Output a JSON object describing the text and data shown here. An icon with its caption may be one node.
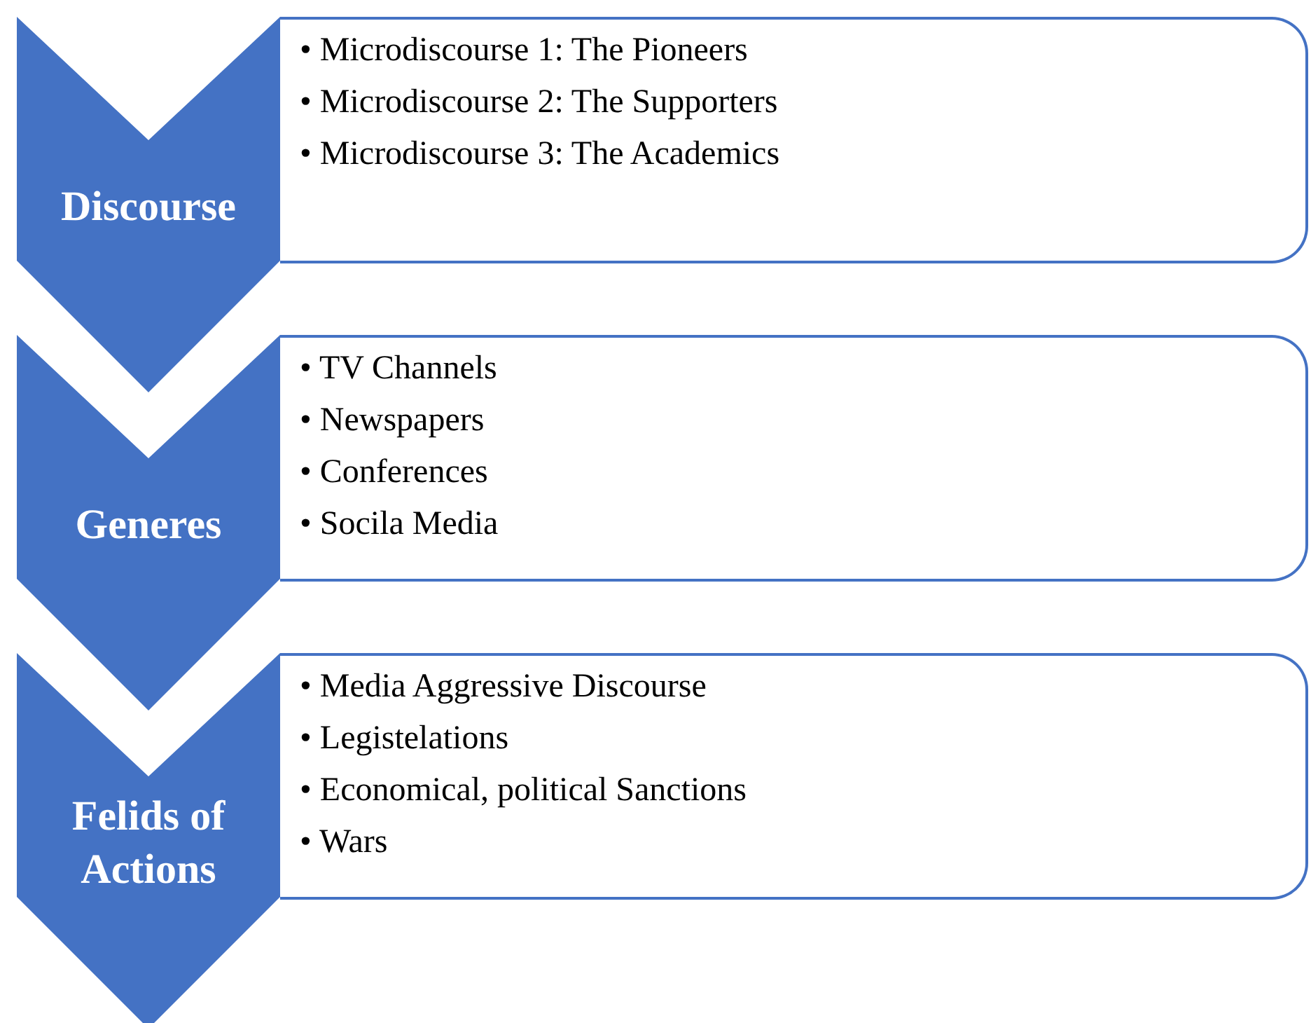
{
  "diagram": {
    "nodes": [
      {
        "text": [
          "Discourse"
        ]
      },
      {
        "text": [
          "• Microdiscourse 1: The Pioneers",
          "• Microdiscourse 2: The Supporters",
          "• Microdiscourse 3: The Academics"
        ]
      },
      {
        "text": [
          "Generes"
        ]
      },
      {
        "text": [
          "• TV Channels",
          "• Newspapers",
          "• Conferences",
          "• Socila Media"
        ]
      },
      {
        "text": [
          "Felids of Actions"
        ]
      },
      {
        "text": [
          "• Media Aggressive Discourse",
          "• Legistelations",
          "• Economical, political Sanctions",
          "• Wars"
        ]
      }
    ]
  }
}
